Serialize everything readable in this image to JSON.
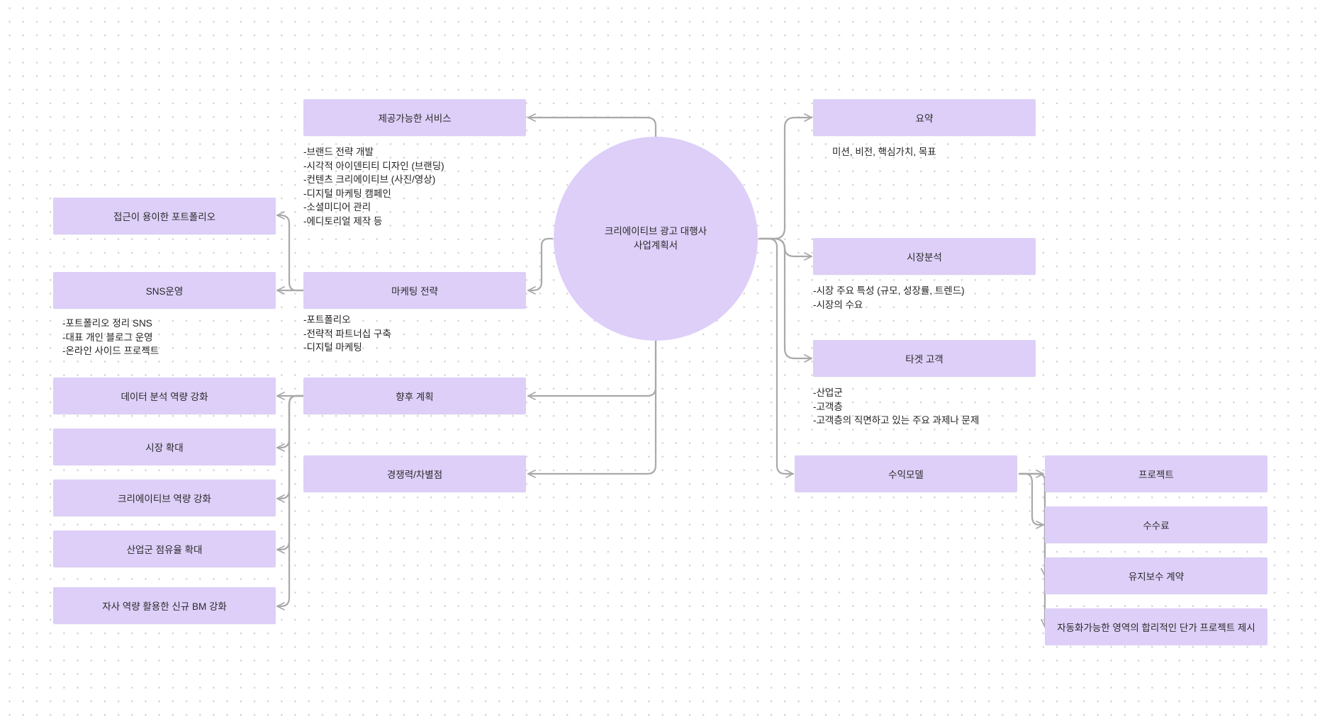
{
  "center": {
    "line1": "크리에이티브 광고 대행사",
    "line2": "사업계획서"
  },
  "nodes": {
    "services": "제공가능한 서비스",
    "marketing": "마케팅 전략",
    "future": "향후 계획",
    "competitive": "경쟁력/차별점",
    "summary": "요약",
    "market": "시장분석",
    "target": "타겟 고객",
    "revenue": "수익모델",
    "portfolio": "접근이 용이한 포트폴리오",
    "sns": "SNS운영",
    "data_analysis": "데이터 분석 역량 강화",
    "market_expand": "시장 확대",
    "creative_cap": "크리에이티브 역량 강화",
    "industry_share": "산업군 점유율 확대",
    "new_bm": "자사 역량 활용한 신규 BM 강화",
    "project": "프로젝트",
    "fee": "수수료",
    "maintenance": "유지보수 계약",
    "automation": "자동화가능한 영역의  합리적인 단가 프로젝트 제시"
  },
  "notes": {
    "services": [
      "-브랜드 전략 개발",
      "-시각적 아이덴티티 디자인 (브랜딩)",
      "-컨텐츠 크리에이티브 (사진/영상)",
      "-디지털 마케팅 캠페인",
      "-소셜미디어 관리",
      "-에디토리얼 제작 등"
    ],
    "marketing": [
      "-포트폴리오",
      "-전략적 파트너십 구축",
      "-디지털 마케팅"
    ],
    "sns": [
      "-포트폴리오 정리  SNS",
      "-대표 개인 블로그 운영",
      "-온라인 사이드 프로젝트"
    ],
    "summary": [
      "미션, 비전, 핵심가치, 목표"
    ],
    "market": [
      "-시장 주요 특성 (규모, 성장률, 트렌드)",
      "-시장의 수요"
    ],
    "target": [
      "-산업군",
      "-고객층",
      "-고객층의 직면하고 있는 주요 과제나 문제"
    ]
  },
  "colors": {
    "node_fill": "#ddcff8",
    "connector": "#a9a9a9",
    "dot_grid": "#d4d4d4"
  }
}
